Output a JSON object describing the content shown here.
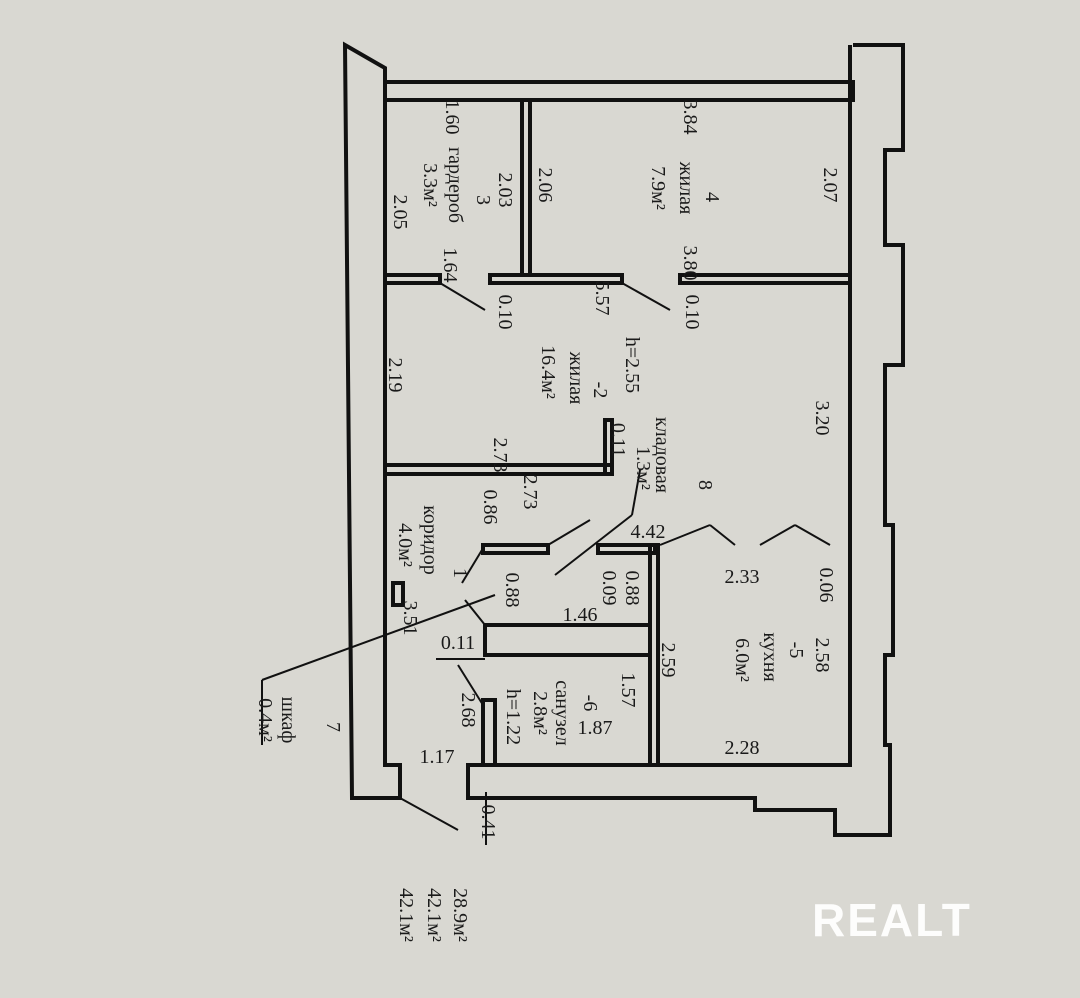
{
  "rooms": {
    "wardrobe": {
      "number": "3",
      "name": "гардероб",
      "area": "3.3м²"
    },
    "room4": {
      "number": "4",
      "name": "жилая",
      "area": "7.9м²"
    },
    "room2": {
      "number": "-2",
      "name": "жилая",
      "area": "16.4м²",
      "height": "h=2.55"
    },
    "storage": {
      "number": "8",
      "name": "кладовая",
      "area": "1.3м²"
    },
    "corridor": {
      "number": "1",
      "name": "коридор",
      "area": "4.0м²"
    },
    "kitchen": {
      "number": "-5",
      "name": "кухня",
      "area": "6.0м²"
    },
    "closet": {
      "number": "7",
      "name": "шкаф",
      "area": "0.4м²"
    },
    "bathroom": {
      "number": "-6",
      "name": "санузел",
      "area": "2.8м²",
      "height": "h=1.22"
    }
  },
  "dimensions": [
    "1.60",
    "2.05",
    "2.03",
    "2.06",
    "3.84",
    "2.07",
    "1.64",
    "3.80",
    "0.10",
    "0.10",
    "5.57",
    "2.19",
    "3.20",
    "0.11",
    "2.73",
    "2.73",
    "0.86",
    "3.51",
    "0.88",
    "0.88",
    "0.09",
    "4.42",
    "2.33",
    "0.06",
    "1.46",
    "0.11",
    "2.58",
    "2.59",
    "2.68",
    "1.17",
    "1.87",
    "1.57",
    "2.28",
    "0.41"
  ],
  "totals": [
    "28.9м²",
    "42.1м²",
    "42.1м²"
  ],
  "watermark": "REALT"
}
